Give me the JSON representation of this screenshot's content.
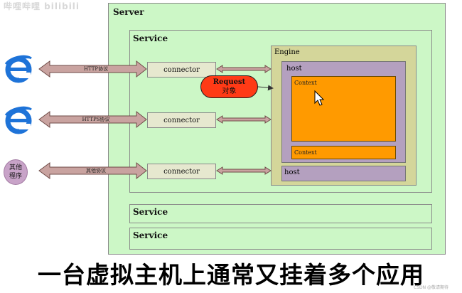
{
  "watermark": "哔哩哔哩 bilibili",
  "server": {
    "label": "Server"
  },
  "service_main": {
    "label": "Service"
  },
  "engine": {
    "label": "Engine"
  },
  "host_primary": {
    "label": "host"
  },
  "context_main": {
    "label": "Context"
  },
  "context_second": {
    "label": "Context"
  },
  "host_secondary": {
    "label": "host"
  },
  "connectors": [
    {
      "label": "connector",
      "protocol": "HTTP协议"
    },
    {
      "label": "connector",
      "protocol": "HTTPS协议"
    },
    {
      "label": "connector",
      "protocol": "其他协议"
    }
  ],
  "request": {
    "title": "Request",
    "subtitle": "对象"
  },
  "other_program": {
    "line1": "其他",
    "line2": "程序"
  },
  "extra_services": [
    {
      "label": "Service"
    },
    {
      "label": "Service"
    }
  ],
  "clients": [
    {
      "icon": "ie-browser-icon"
    },
    {
      "icon": "ie-browser-icon"
    }
  ],
  "caption": "一台虚拟主机上通常又挂着多个应用",
  "csdn_mark": "CSDN @敬请期待",
  "colors": {
    "server_bg": "#ccf7c6",
    "engine_bg": "#d4d69a",
    "host_bg": "#b4a0bf",
    "context_bg": "#ff9a00",
    "request_bg": "#ff3a16",
    "arrow_fill": "#c9a3a0"
  }
}
